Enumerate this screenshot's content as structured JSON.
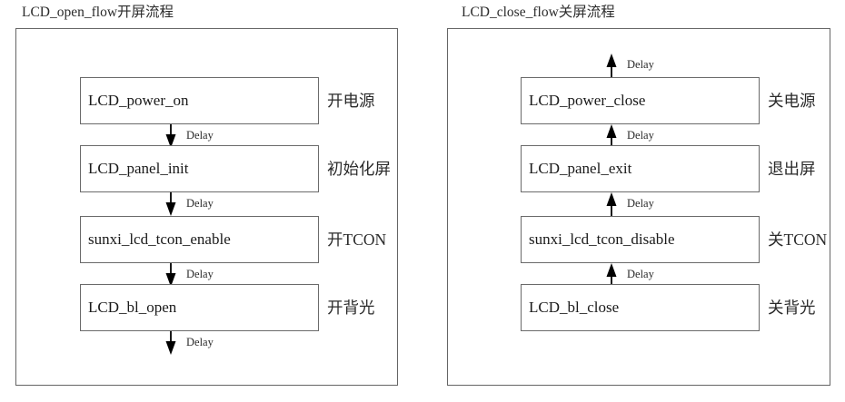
{
  "diagram": {
    "type": "flowchart",
    "panels": [
      {
        "id": "open-flow",
        "title": "LCD_open_flow开屏流程",
        "direction": "down",
        "steps": [
          {
            "name": "LCD_power_on",
            "note": "开电源"
          },
          {
            "name": "LCD_panel_init",
            "note": "初始化屏"
          },
          {
            "name": "sunxi_lcd_tcon_enable",
            "note": "开TCON"
          },
          {
            "name": "LCD_bl_open",
            "note": "开背光"
          }
        ],
        "connectors": [
          {
            "label": "Delay",
            "direction": "down"
          },
          {
            "label": "Delay",
            "direction": "down"
          },
          {
            "label": "Delay",
            "direction": "down"
          },
          {
            "label": "Delay",
            "direction": "down"
          }
        ]
      },
      {
        "id": "close-flow",
        "title": "LCD_close_flow关屏流程",
        "direction": "up",
        "steps": [
          {
            "name": "LCD_power_close",
            "note": "关电源"
          },
          {
            "name": "LCD_panel_exit",
            "note": "退出屏"
          },
          {
            "name": "sunxi_lcd_tcon_disable",
            "note": "关TCON"
          },
          {
            "name": "LCD_bl_close",
            "note": "关背光"
          }
        ],
        "connectors": [
          {
            "label": "Delay",
            "direction": "up"
          },
          {
            "label": "Delay",
            "direction": "up"
          },
          {
            "label": "Delay",
            "direction": "up"
          }
        ]
      }
    ],
    "colors": {
      "background": "#ffffff",
      "frame_stroke": "#656565",
      "box_stroke": "#6a6a6a",
      "text": "#1a1a1a",
      "arrow": "#000000"
    }
  }
}
